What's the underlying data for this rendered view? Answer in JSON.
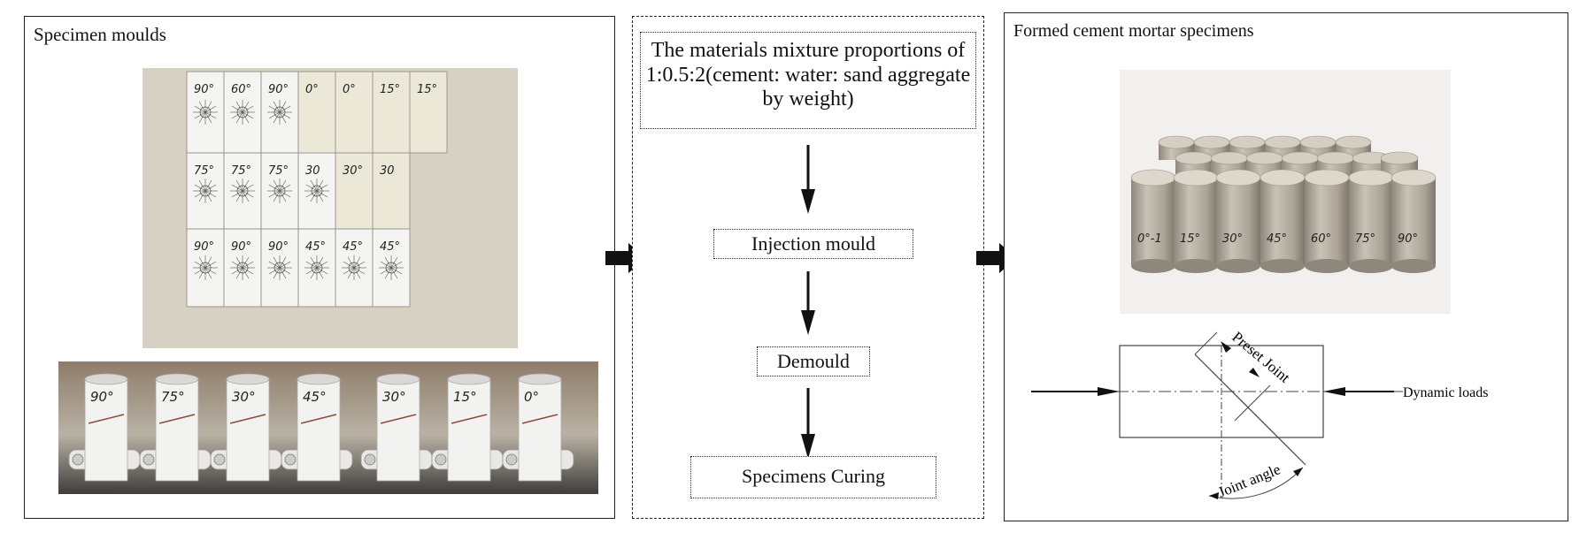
{
  "left_panel": {
    "title": "Specimen moulds",
    "mould_labels_top": [
      "90°",
      "60°",
      "90°",
      "0°",
      "0°",
      "15°",
      "15°"
    ],
    "mould_labels_mid": [
      "75°",
      "75°",
      "75°",
      "30",
      "30°",
      "30"
    ],
    "mould_labels_bottom": [
      "90°",
      "90°",
      "90°",
      "45°",
      "45°",
      "45°"
    ],
    "bench_mould_labels": [
      "90°",
      "75°",
      "30°",
      "45°",
      "30°",
      "15°",
      "0°"
    ]
  },
  "middle_panel": {
    "steps": [
      "The materials mixture proportions of 1:0.5:2(cement: water: sand aggregate by weight)",
      "Injection mould",
      "Demould",
      "Specimens Curing"
    ]
  },
  "right_panel": {
    "title": "Formed cement mortar specimens",
    "specimen_labels": [
      "0°-1",
      "15°",
      "30°",
      "45°",
      "60°",
      "75°",
      "90°"
    ],
    "diagram": {
      "preset_joint_label": "Preset Joint",
      "joint_angle_label": "Joint angle",
      "dynamic_loads_label": "Dynamic loads"
    }
  },
  "colors": {
    "line": "#222222",
    "mould_paper": "#f4f4f2",
    "photo_background": "#d9d3c6",
    "specimen_gray": "#b5ada0"
  }
}
